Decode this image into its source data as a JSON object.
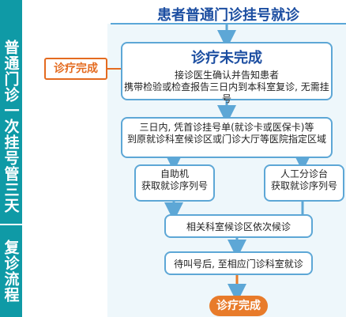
{
  "sidebar": {
    "section_top": "普通门诊一次挂号管三天",
    "section_bottom": "复诊流程"
  },
  "title": "患者普通门诊挂号就诊",
  "side_tag": "诊疗完成",
  "step1": {
    "heading": "诊疗未完成",
    "line1": "接诊医生确认并告知患者",
    "line2": "携带检验或检查报告三日内到本科室复诊, 无需挂号"
  },
  "step2": {
    "line1": "三日内, 凭首诊挂号单(就诊卡或医保卡)等",
    "line2": "到原就诊科室候诊区或门诊大厅等医院指定区域"
  },
  "option_self": {
    "line1": "自助机",
    "line2": "获取就诊序列号"
  },
  "option_manual": {
    "line1": "人工分诊台",
    "line2": "获取就诊序列号"
  },
  "step3": "相关科室候诊区依次候诊",
  "step4": "待叫号后, 至相应门诊科室就诊",
  "end": "诊疗完成",
  "colors": {
    "sidebar": "#0f9aa6",
    "box_border": "#5da7d6",
    "title": "#1c4ea1",
    "accent": "#e46b20"
  }
}
